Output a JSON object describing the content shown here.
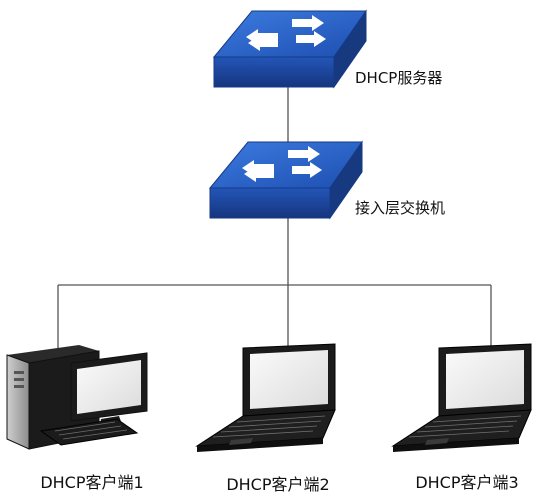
{
  "diagram": {
    "server_label": "DHCP服务器",
    "access_switch_label": "接入层交换机",
    "clients": [
      {
        "label": "DHCP客户端1",
        "device": "desktop-computer"
      },
      {
        "label": "DHCP客户端2",
        "device": "laptop"
      },
      {
        "label": "DHCP客户端3",
        "device": "laptop"
      }
    ],
    "colors": {
      "switch_top": "#2b63c9",
      "switch_side": "#1a3f93",
      "switch_arrow": "#ffffff",
      "cable": "#555555",
      "device_body": "#1b1b1b",
      "screen": "#f4f4f4"
    },
    "icons": {
      "server_switch": "network-switch-icon",
      "access_switch": "network-switch-icon",
      "client1": "desktop-computer-icon",
      "client2": "laptop-icon",
      "client3": "laptop-icon"
    }
  }
}
